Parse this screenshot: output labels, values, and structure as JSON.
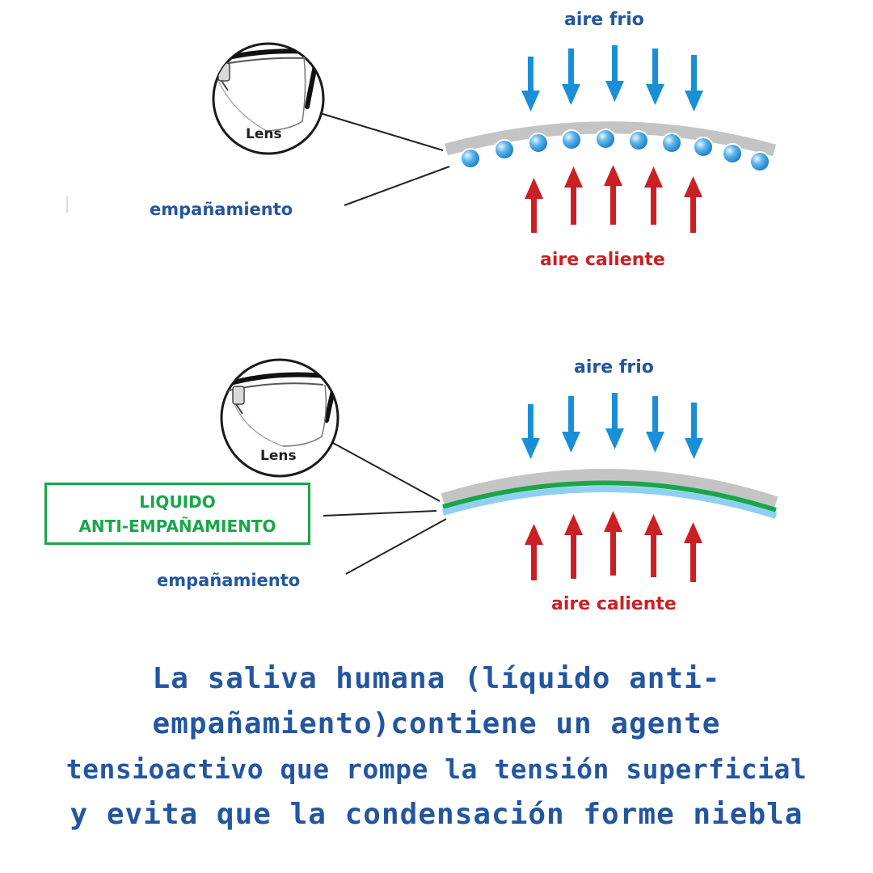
{
  "top_diagram": {
    "cold_label": "aire frio",
    "warm_label": "aire caliente",
    "fog_label": "empañamiento",
    "lens_label": "Lens"
  },
  "bottom_diagram": {
    "cold_label": "aire frio",
    "warm_label": "aire caliente",
    "fog_label": "empañamiento",
    "lens_label": "Lens",
    "anti_fog_line1": "LIQUIDO",
    "anti_fog_line2": "ANTI-EMPAÑAMIENTO"
  },
  "caption": {
    "line1": "La saliva humana (líquido anti-",
    "line2": "empañamiento)contiene un agente",
    "line3": "tensioactivo que rompe la tensión superficial",
    "line4": "y evita que la condensación forme niebla"
  },
  "colors": {
    "text_blue": "#2456a0",
    "warm_red": "#cc1f24",
    "cold_arrow_blue": "#1a8fd8",
    "lens_gray": "#c4c4c4",
    "droplet_blue": "#5ab4ea",
    "anti_fog_green": "#19a64a",
    "water_film_blue": "#8fd0f2"
  },
  "icons": {
    "cold_arrows": "arrow-down-icon",
    "warm_arrows": "arrow-up-icon",
    "glasses": "glasses-lens-icon"
  }
}
